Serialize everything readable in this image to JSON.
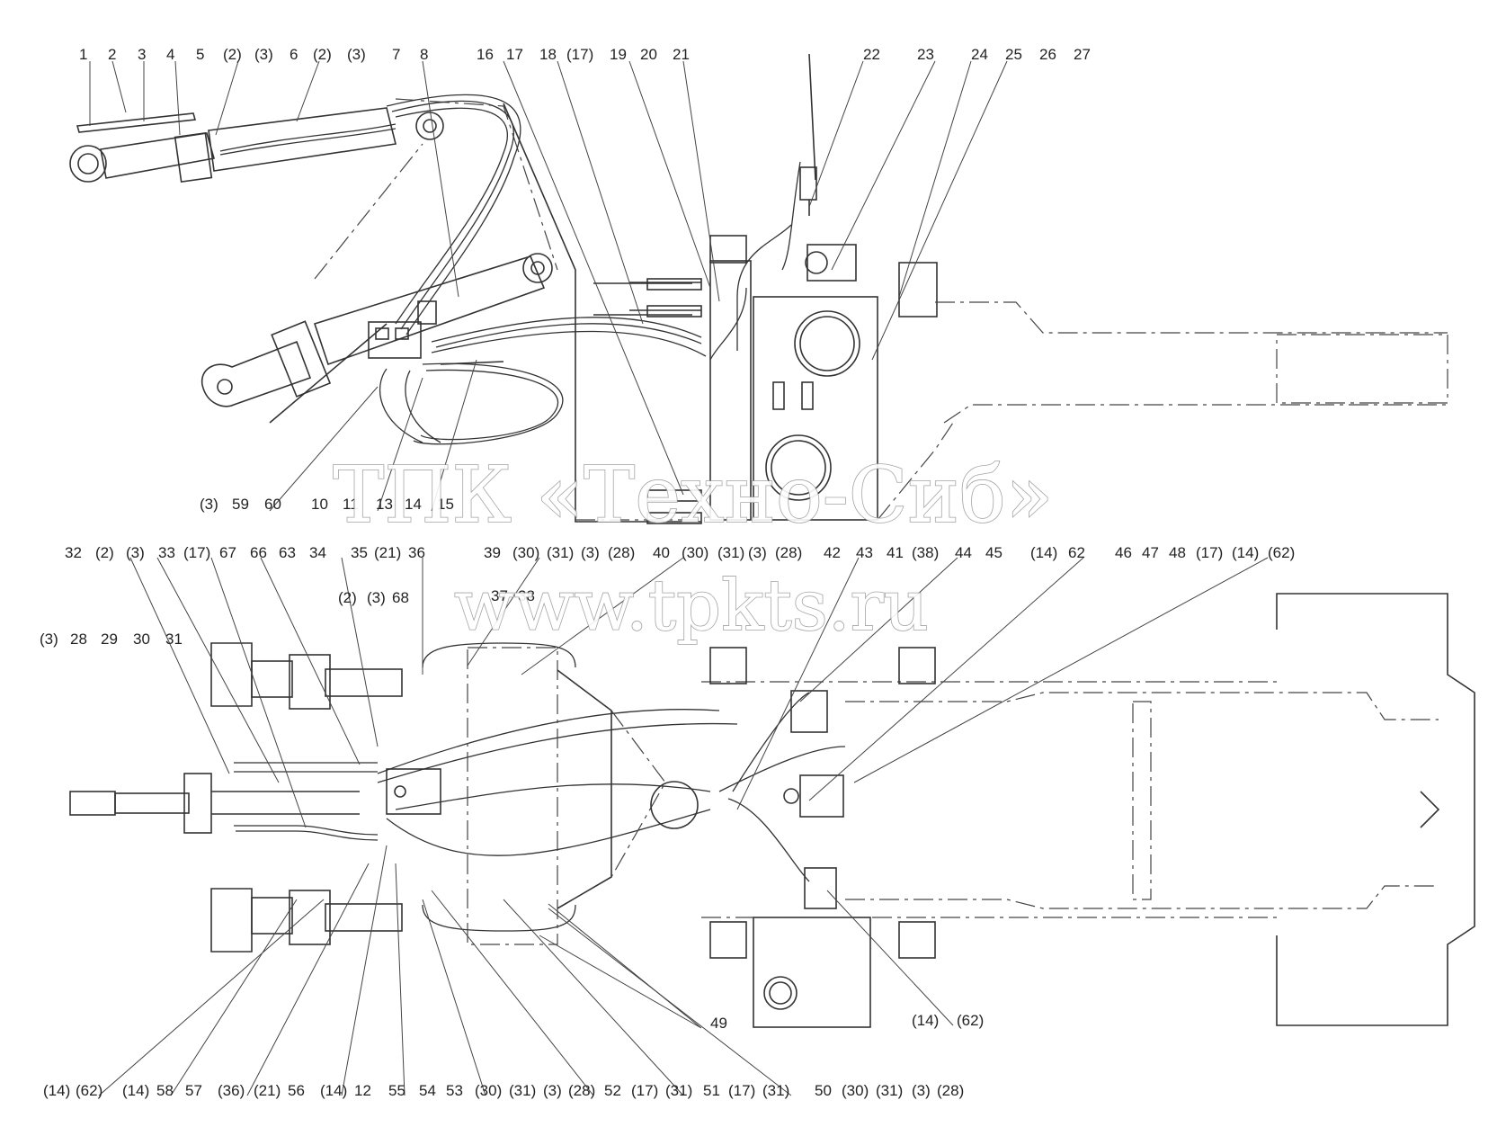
{
  "watermark": {
    "company": "ТПК «Техно-Сиб»",
    "site": "www.tpkts.ru"
  },
  "top_labels": {
    "row1": [
      "1",
      "2",
      "3",
      "4",
      "5",
      "(2)",
      "(3)",
      "6",
      "(2)",
      "(3)",
      "7",
      "8",
      "16",
      "17",
      "18",
      "(17)",
      "19",
      "20",
      "21",
      "22",
      "23",
      "24",
      "25",
      "26",
      "27"
    ],
    "row_bottom": [
      "(3)",
      "59",
      "60",
      "10",
      "11",
      "13",
      "14",
      "15"
    ]
  },
  "bottom_labels": {
    "header_row": [
      "32",
      "(2)",
      "(3)",
      "33",
      "(17)",
      "67",
      "66",
      "63",
      "34",
      "35",
      "(21)",
      "36",
      "39",
      "(30)",
      "(31)",
      "(3)",
      "(28)",
      "40",
      "(30)",
      "(31)",
      "(3)",
      "(28)",
      "42",
      "43",
      "41",
      "(38)",
      "44",
      "45",
      "(14)",
      "62",
      "46",
      "47",
      "48",
      "(17)",
      "(14)",
      "(62)"
    ],
    "row2": [
      "(2)",
      "(3)",
      "68"
    ],
    "row3": [
      "(3)",
      "28",
      "29",
      "30",
      "31"
    ],
    "small": [
      "37",
      "38"
    ],
    "right_mid": [
      "49"
    ],
    "right_low": [
      "(14)",
      "(62)"
    ],
    "footer_row": [
      "(14)",
      "(62)",
      "(14)",
      "58",
      "57",
      "(36)",
      "(21)",
      "56",
      "(14)",
      "12",
      "55",
      "54",
      "53",
      "(30)",
      "(31)",
      "(3)",
      "(28)",
      "52",
      "(17)",
      "(31)",
      "51",
      "(17)",
      "(31)",
      "50",
      "(30)",
      "(31)",
      "(3)",
      "(28)"
    ]
  },
  "colors": {
    "line": "#333333",
    "watermark_stroke": "#9a9a9a",
    "background": "#ffffff"
  }
}
